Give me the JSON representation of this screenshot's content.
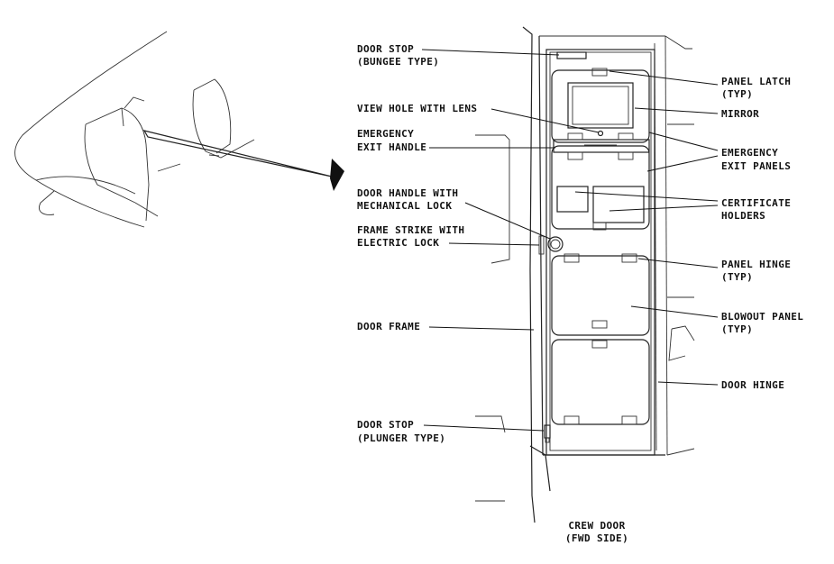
{
  "labels": {
    "door_stop_bungee": [
      "DOOR STOP",
      "(BUNGEE TYPE)"
    ],
    "view_hole": [
      "VIEW HOLE WITH LENS"
    ],
    "emergency_exit_handle": [
      "EMERGENCY",
      "EXIT HANDLE"
    ],
    "door_handle": [
      "DOOR HANDLE WITH",
      "MECHANICAL LOCK"
    ],
    "frame_strike": [
      "FRAME STRIKE WITH",
      "ELECTRIC LOCK"
    ],
    "door_frame": [
      "DOOR FRAME"
    ],
    "door_stop_plunger": [
      "DOOR STOP",
      "(PLUNGER TYPE)"
    ],
    "panel_latch": [
      "PANEL LATCH",
      "(TYP)"
    ],
    "mirror": [
      "MIRROR"
    ],
    "emergency_exit_panels": [
      "EMERGENCY",
      "EXIT PANELS"
    ],
    "certificate_holders": [
      "CERTIFICATE",
      "HOLDERS"
    ],
    "panel_hinge": [
      "PANEL HINGE",
      "(TYP)"
    ],
    "blowout_panel": [
      "BLOWOUT PANEL",
      "(TYP)"
    ],
    "door_hinge": [
      "DOOR HINGE"
    ]
  },
  "caption": [
    "CREW DOOR",
    "(FWD SIDE)"
  ]
}
